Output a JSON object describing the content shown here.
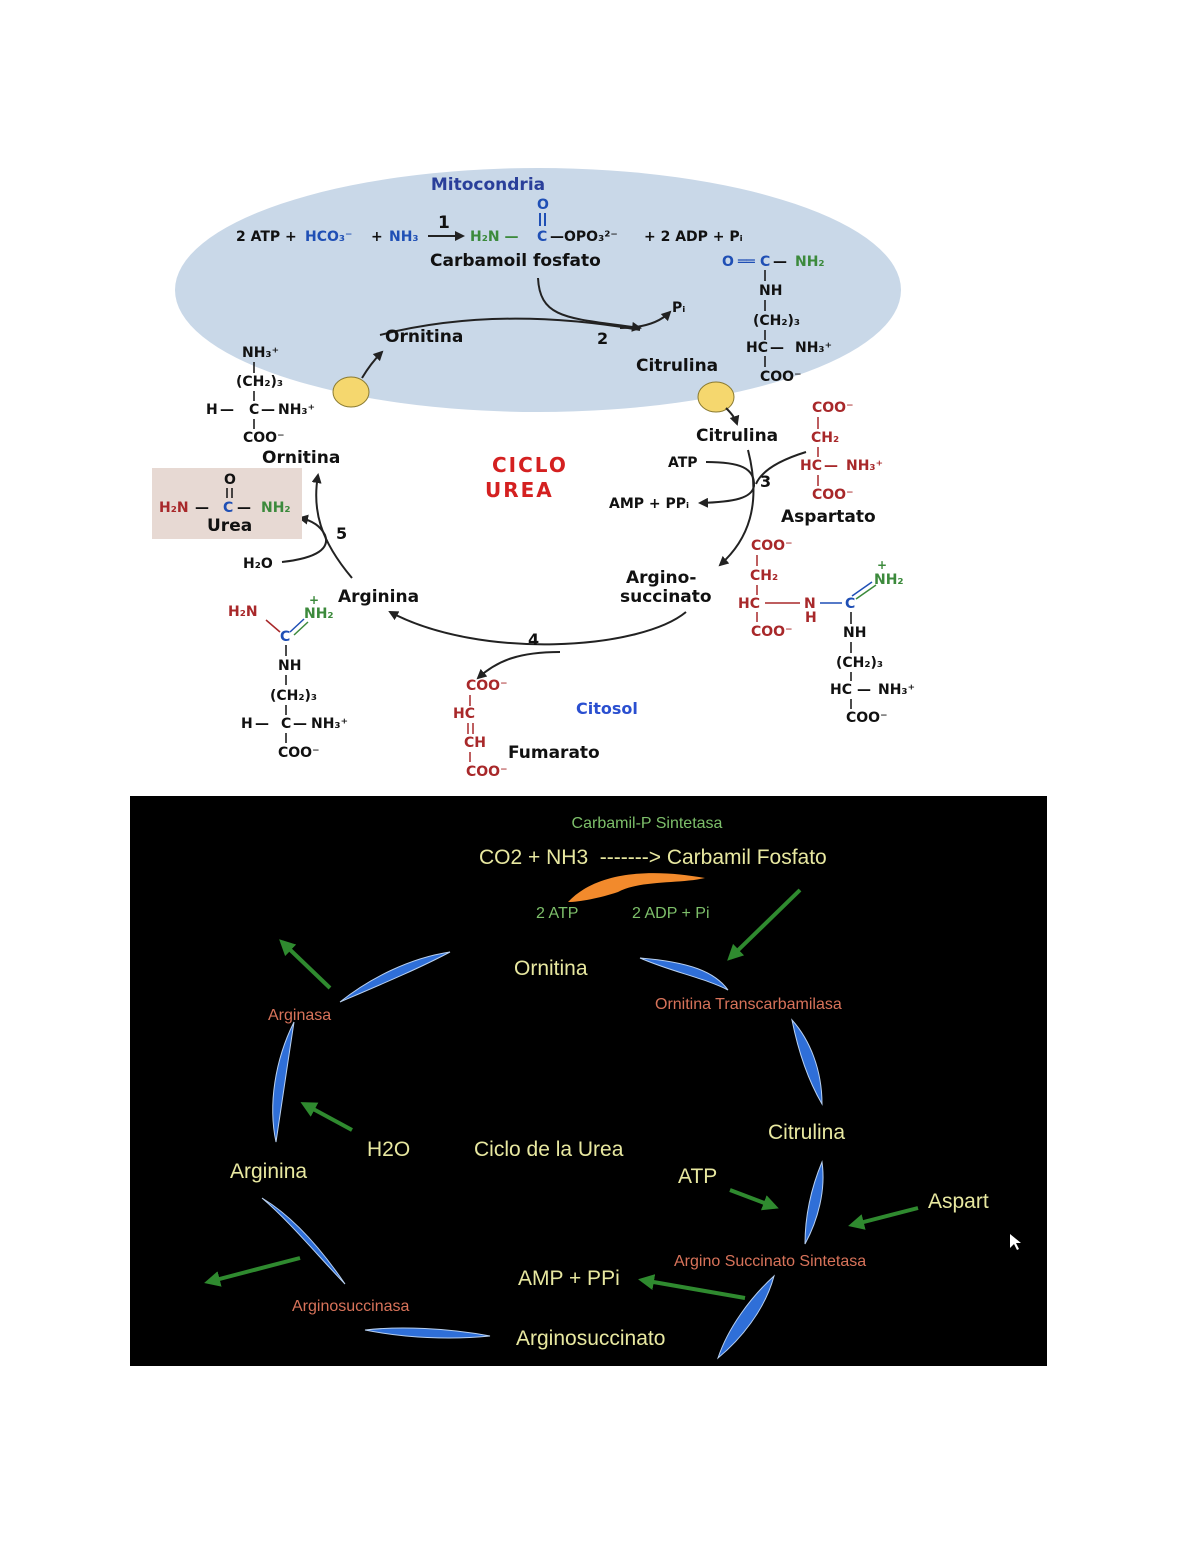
{
  "colors": {
    "mito_fill": "#c9d8e8",
    "transporter": "#f5d76e",
    "red": "#a8282a",
    "green": "#3c8a3c",
    "blue": "#1f4fb5",
    "dark_bg": "#000000",
    "dark_yellow": "#e8e8a0",
    "dark_green_label": "#7dbf6a",
    "dark_enzyme": "#d8735a",
    "arrow_blue": "#2f6fd8",
    "arrow_green": "#2f8a2f",
    "arrow_orange": "#f28a2c"
  },
  "top": {
    "mitochondria_label": "Mitocondria",
    "cytosol_label": "Citosol",
    "cycle_title_line1": "CICLO",
    "cycle_title_line2": "UREA",
    "reaction1": {
      "atp": "2 ATP +",
      "hco3": "HCO₃⁻",
      "plus": "+",
      "nh3": "NH₃",
      "step": "1",
      "h2n": "H₂N —",
      "c": "C",
      "o": "O",
      "opo3": "—OPO₃²⁻",
      "products": "+ 2 ADP + Pᵢ"
    },
    "carbamoyl_name": "Carbamoil  fosfato",
    "step2": "2",
    "step3": "3",
    "step4": "4",
    "step5": "5",
    "pi": "Pᵢ",
    "atp": "ATP",
    "amp_ppi": "AMP + PPᵢ",
    "h2o": "H₂O",
    "names": {
      "ornitina_mito": "Ornitina",
      "citrulina_mito": "Citrulina",
      "citrulina_cyto": "Citrulina",
      "ornitina_cyto": "Ornitina",
      "urea": "Urea",
      "aspartato": "Aspartato",
      "argino1": "Argino-",
      "argino2": "succinato",
      "arginina": "Arginina",
      "fumarato": "Fumarato"
    },
    "citrulline_struct": [
      "O",
      "C",
      "NH₂",
      "NH",
      "(CH₂)₃",
      "HC",
      "NH₃⁺",
      "COO⁻"
    ],
    "ornithine_struct": [
      "NH₃⁺",
      "(CH₂)₃",
      "H",
      "C",
      "NH₃⁺",
      "COO⁻"
    ],
    "urea_struct": [
      "O",
      "H₂N",
      "C",
      "NH₂"
    ],
    "aspartate_struct": [
      "COO⁻",
      "CH₂",
      "HC",
      "NH₃⁺",
      "COO⁻"
    ],
    "argsucc_struct": [
      "COO⁻",
      "CH₂",
      "HC",
      "N",
      "H",
      "C",
      "NH₂",
      "+",
      "COO⁻",
      "NH",
      "(CH₂)₃",
      "HC",
      "NH₃⁺",
      "COO⁻"
    ],
    "arginine_struct": [
      "H₂N",
      "NH₂",
      "+",
      "C",
      "NH",
      "(CH₂)₃",
      "H",
      "C",
      "NH₃⁺",
      "COO⁻"
    ],
    "fumarate_struct": [
      "COO⁻",
      "HC",
      "CH",
      "COO⁻"
    ]
  },
  "bottom": {
    "enzyme_top": "Carbamil-P Sintetasa",
    "reaction": "CO2 + NH3  -------> Carbamil Fosfato",
    "atp2": "2 ATP",
    "adp": "2 ADP + Pi",
    "ornitina": "Ornitina",
    "otc": "Ornitina Transcarbamilasa",
    "citrulina": "Citrulina",
    "atp": "ATP",
    "aspart": "Aspart",
    "ass": "Argino Succinato Sintetasa",
    "amp_ppi": "AMP + PPi",
    "arginosuccinato": "Arginosuccinato",
    "arginosuccinasa": "Arginosuccinasa",
    "arginina": "Arginina",
    "h2o": "H2O",
    "title": "Ciclo de la Urea",
    "arginasa": "Arginasa"
  }
}
